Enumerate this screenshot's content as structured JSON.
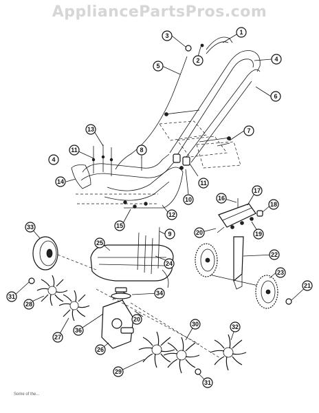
{
  "watermark": "AppliancePartsPros.com",
  "footer_note": "Some of the...",
  "callouts": [
    {
      "id": "c1",
      "label": "1"
    },
    {
      "id": "c2",
      "label": "2"
    },
    {
      "id": "c3",
      "label": "3"
    },
    {
      "id": "c4a",
      "label": "4"
    },
    {
      "id": "c4b",
      "label": "4"
    },
    {
      "id": "c5",
      "label": "5"
    },
    {
      "id": "c6",
      "label": "6"
    },
    {
      "id": "c7",
      "label": "7"
    },
    {
      "id": "c8",
      "label": "8"
    },
    {
      "id": "c9",
      "label": "9"
    },
    {
      "id": "c10",
      "label": "10"
    },
    {
      "id": "c11a",
      "label": "11"
    },
    {
      "id": "c11b",
      "label": "11"
    },
    {
      "id": "c12",
      "label": "12"
    },
    {
      "id": "c13",
      "label": "13"
    },
    {
      "id": "c14",
      "label": "14"
    },
    {
      "id": "c15",
      "label": "15"
    },
    {
      "id": "c16",
      "label": "16"
    },
    {
      "id": "c17",
      "label": "17"
    },
    {
      "id": "c18",
      "label": "18"
    },
    {
      "id": "c19",
      "label": "19"
    },
    {
      "id": "c20a",
      "label": "20"
    },
    {
      "id": "c20b",
      "label": "20"
    },
    {
      "id": "c21",
      "label": "21"
    },
    {
      "id": "c22",
      "label": "22"
    },
    {
      "id": "c23",
      "label": "23"
    },
    {
      "id": "c24",
      "label": "24"
    },
    {
      "id": "c25",
      "label": "25"
    },
    {
      "id": "c26",
      "label": "26"
    },
    {
      "id": "c27",
      "label": "27"
    },
    {
      "id": "c28",
      "label": "28"
    },
    {
      "id": "c29",
      "label": "29"
    },
    {
      "id": "c30",
      "label": "30"
    },
    {
      "id": "c31a",
      "label": "31"
    },
    {
      "id": "c31b",
      "label": "31"
    },
    {
      "id": "c32",
      "label": "32"
    },
    {
      "id": "c33",
      "label": "33"
    },
    {
      "id": "c34",
      "label": "34"
    },
    {
      "id": "c36",
      "label": "36"
    }
  ]
}
